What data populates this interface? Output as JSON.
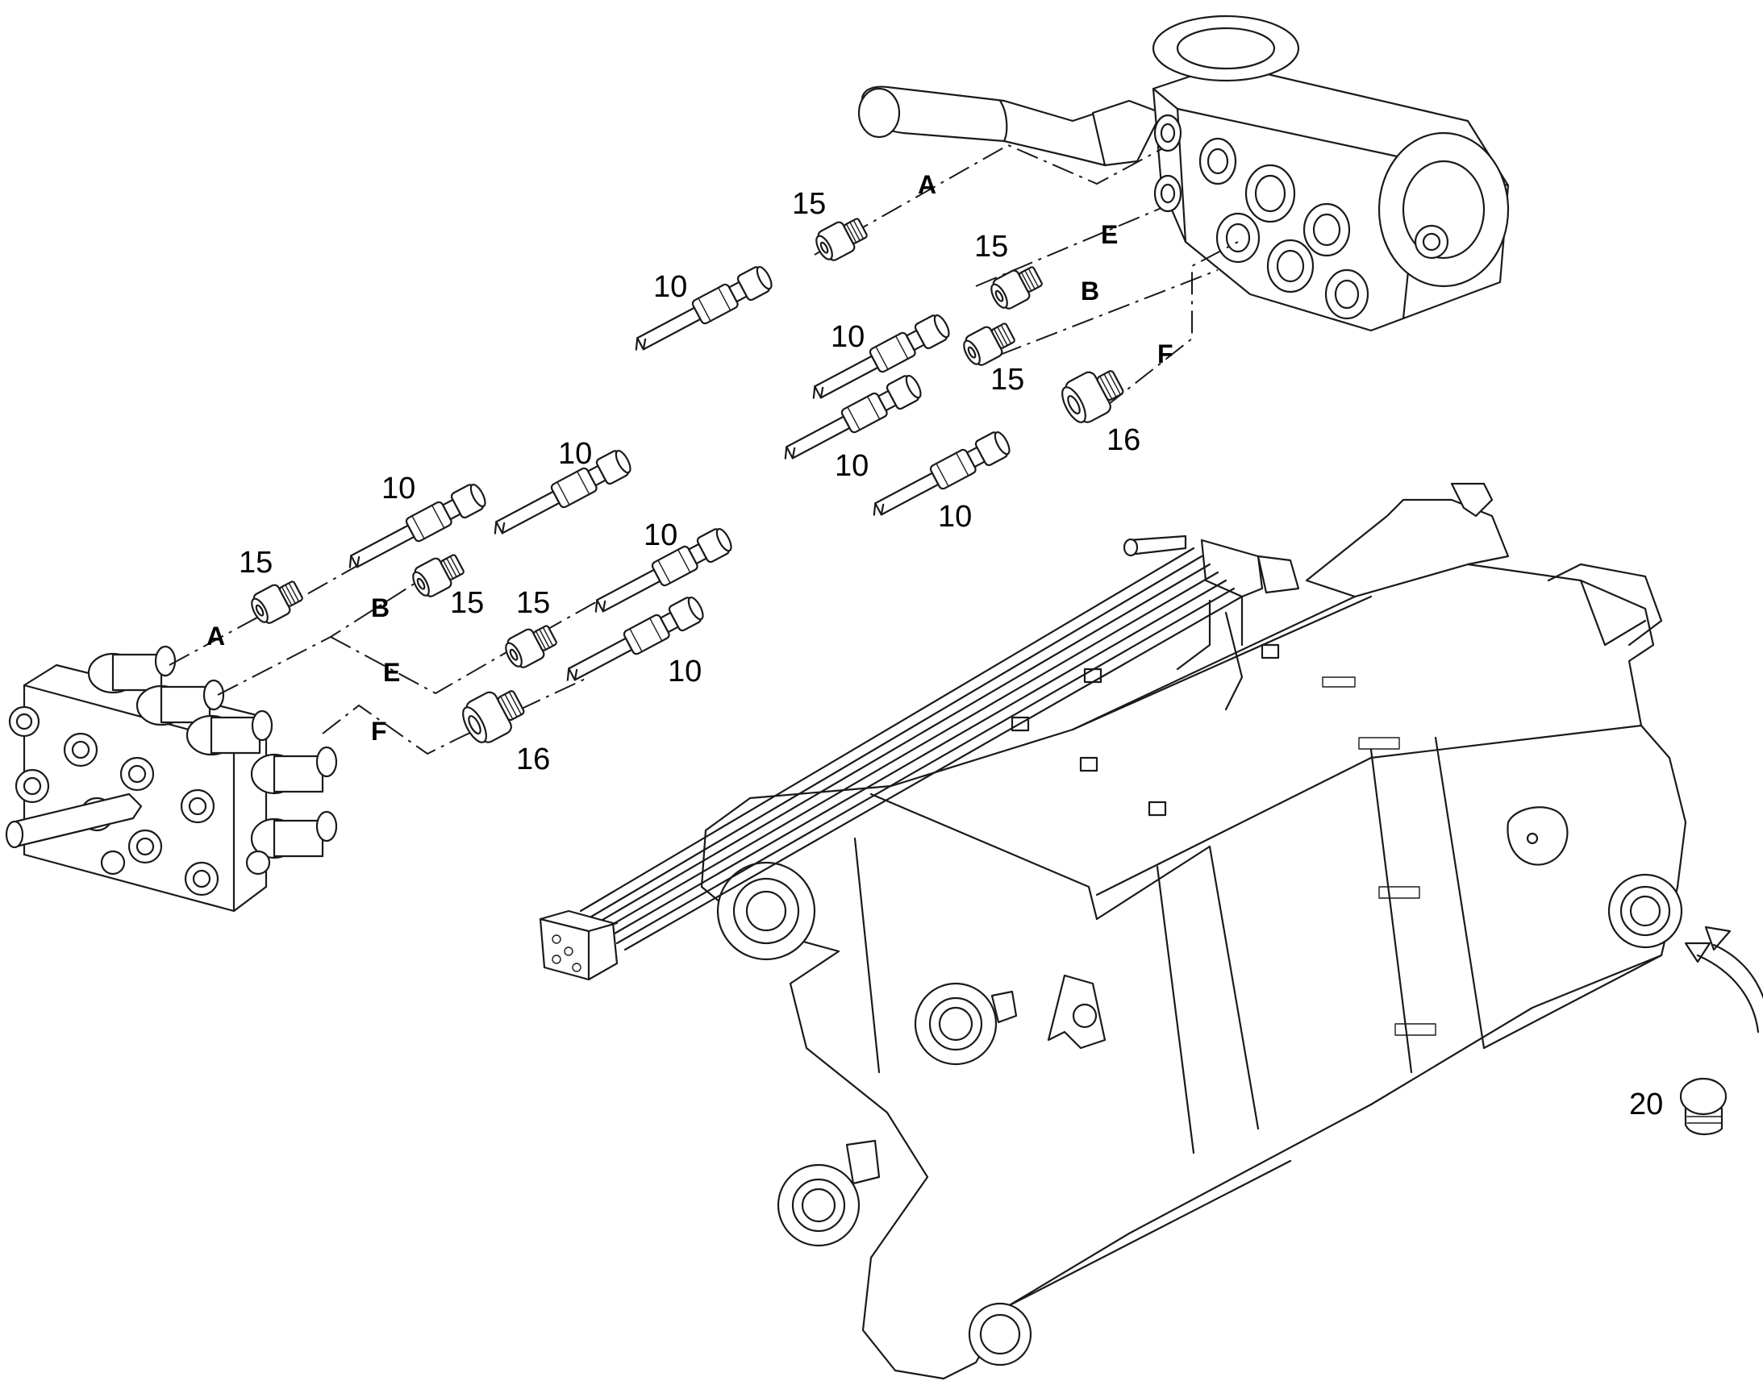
{
  "diagram": {
    "line_color": "#1a1a1a",
    "background": "#ffffff",
    "callouts": {
      "c10a": "10",
      "c15a": "15",
      "c15b": "15",
      "c10b": "10",
      "c15c": "15",
      "c10c": "10",
      "c16a": "16",
      "c10d": "10",
      "c10e": "10",
      "c10f": "10",
      "c15d": "15",
      "c15e": "15",
      "c15f": "15",
      "c10g": "10",
      "c10h": "10",
      "c16b": "16",
      "c20": "20"
    },
    "port_letters": {
      "A_top": "A",
      "E_top": "E",
      "B_top": "B",
      "F_top": "F",
      "A_left": "A",
      "B_left": "B",
      "E_left": "E",
      "F_left": "F"
    }
  }
}
